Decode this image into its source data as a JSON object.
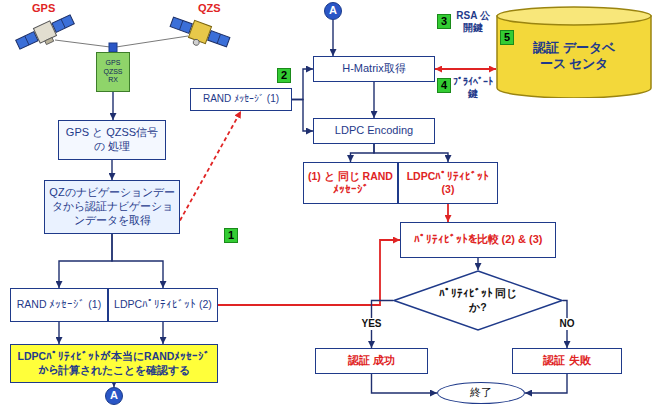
{
  "diagram": {
    "nodes": [
      {
        "text": [
          "GPS QZSS RX"
        ]
      },
      {
        "text": [
          "GPS と QZSS信号の 処理"
        ]
      },
      {
        "text": [
          "QZのナビゲーションデータから認証ナビゲーションデータを取得"
        ]
      },
      {
        "text": [
          "RAND ﾒｯｾｰｼﾞ (1)"
        ]
      },
      {
        "text": [
          "LDPCﾊﾟﾘﾃｨﾋﾞｯﾄ (2)"
        ]
      },
      {
        "text": [
          "LDPCﾊﾟﾘﾃｨﾋﾞｯﾄが本当にRANDﾒｯｾｰｼﾞから計算されたことを確認する"
        ]
      },
      {
        "text": [
          "A"
        ]
      },
      {
        "text": [
          "A"
        ]
      },
      {
        "text": [
          "RAND ﾒｯｾｰｼﾞ (1)"
        ]
      },
      {
        "text": [
          "H-Matrix取得"
        ]
      },
      {
        "text": [
          "LDPC Encoding"
        ]
      },
      {
        "text": [
          "認証 データベース センタ"
        ]
      },
      {
        "text": [
          "(1) と 同じ RAND ﾒｯｾｰｼﾞ"
        ]
      },
      {
        "text": [
          "LDPCﾊﾟﾘﾃｨﾋﾞｯﾄ (3)"
        ]
      },
      {
        "text": [
          "ﾊﾟﾘﾃｨﾋﾞｯﾄを比較 (2) & (3)"
        ]
      },
      {
        "text": [
          "ﾊﾟﾘﾃｨﾋﾞｯﾄ 同じか?"
        ]
      },
      {
        "text": [
          "認証 成功"
        ]
      },
      {
        "text": [
          "認証 失敗"
        ]
      },
      {
        "text": [
          "終了"
        ]
      }
    ],
    "edges": [
      {
        "from": 0,
        "to": 1,
        "arrow": "to"
      },
      {
        "from": 1,
        "to": 2,
        "arrow": "to"
      },
      {
        "from": 2,
        "to": 3,
        "arrow": "to"
      },
      {
        "from": 2,
        "to": 4,
        "arrow": "to"
      },
      {
        "from": 3,
        "to": 5,
        "arrow": "to"
      },
      {
        "from": 4,
        "to": 5,
        "arrow": "to"
      },
      {
        "from": 5,
        "to": 6,
        "arrow": "to"
      },
      {
        "from": 2,
        "to": 8,
        "arrow": "to"
      },
      {
        "from": 7,
        "to": 9,
        "arrow": "to"
      },
      {
        "from": 8,
        "to": 9,
        "arrow": "to"
      },
      {
        "from": 8,
        "to": 10,
        "arrow": "to"
      },
      {
        "from": 9,
        "to": 10,
        "arrow": "to"
      },
      {
        "from": 9,
        "to": 11,
        "arrow": "both"
      },
      {
        "from": 10,
        "to": 12,
        "arrow": "to"
      },
      {
        "from": 10,
        "to": 13,
        "arrow": "to"
      },
      {
        "from": 13,
        "to": 14,
        "arrow": "to"
      },
      {
        "from": 4,
        "to": 14,
        "arrow": "to"
      },
      {
        "from": 14,
        "to": 15,
        "arrow": "to"
      },
      {
        "from": 15,
        "to": 16,
        "label": "YES",
        "arrow": "to"
      },
      {
        "from": 15,
        "to": 17,
        "label": "NO",
        "arrow": "to"
      },
      {
        "from": 16,
        "to": 18,
        "arrow": "to"
      },
      {
        "from": 17,
        "to": 18,
        "arrow": "to"
      }
    ],
    "labels": [
      "GPS",
      "QZS",
      "1",
      "2",
      "3",
      "RSA 公開鍵",
      "4",
      "ﾌﾟﾗｲﾍﾞｰﾄ 鍵",
      "5"
    ]
  }
}
